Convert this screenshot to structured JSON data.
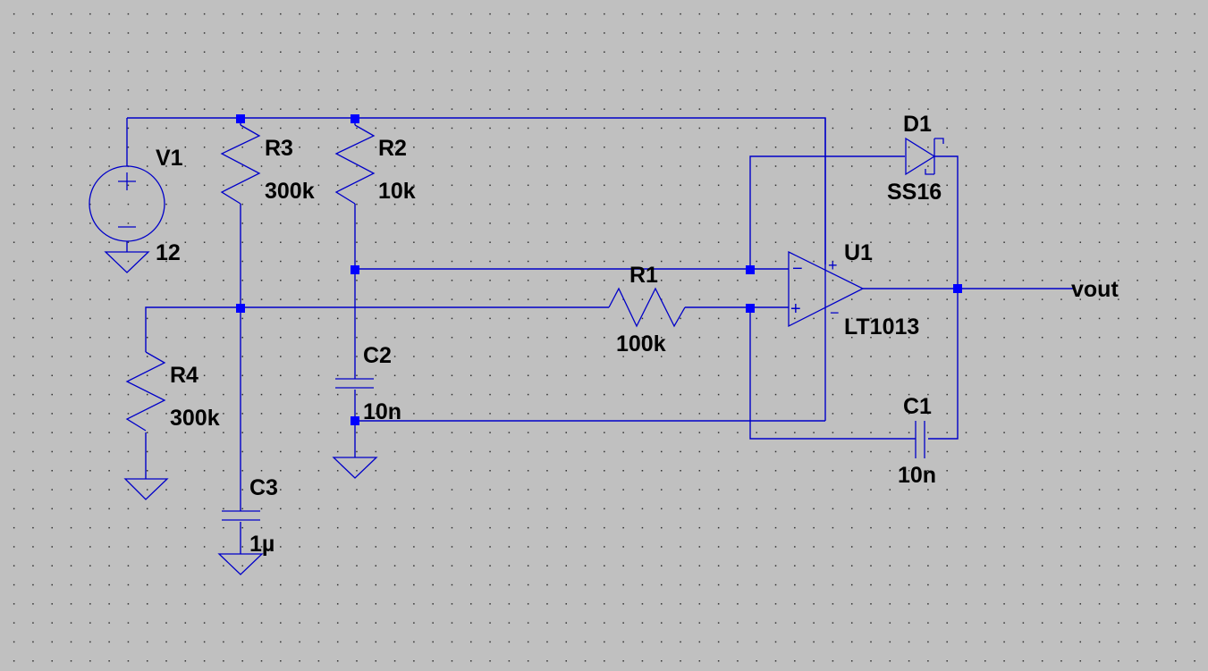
{
  "app": "LTspice schematic editor",
  "colors": {
    "background": "#c0c0c0",
    "wire": "#0000c8",
    "junction": "#0000ff",
    "text": "#000000"
  },
  "components": {
    "V1": {
      "ref": "V1",
      "value": "12",
      "type": "voltage-source"
    },
    "R1": {
      "ref": "R1",
      "value": "100k",
      "type": "resistor"
    },
    "R2": {
      "ref": "R2",
      "value": "10k",
      "type": "resistor"
    },
    "R3": {
      "ref": "R3",
      "value": "300k",
      "type": "resistor"
    },
    "R4": {
      "ref": "R4",
      "value": "300k",
      "type": "resistor"
    },
    "C1": {
      "ref": "C1",
      "value": "10n",
      "type": "capacitor"
    },
    "C2": {
      "ref": "C2",
      "value": "10n",
      "type": "capacitor"
    },
    "C3": {
      "ref": "C3",
      "value": "1µ",
      "type": "capacitor"
    },
    "D1": {
      "ref": "D1",
      "value": "SS16",
      "type": "schottky-diode"
    },
    "U1": {
      "ref": "U1",
      "value": "LT1013",
      "type": "op-amp"
    }
  },
  "net_labels": {
    "vout": "vout"
  },
  "pin_marks": {
    "plus": "+",
    "minus": "−"
  }
}
